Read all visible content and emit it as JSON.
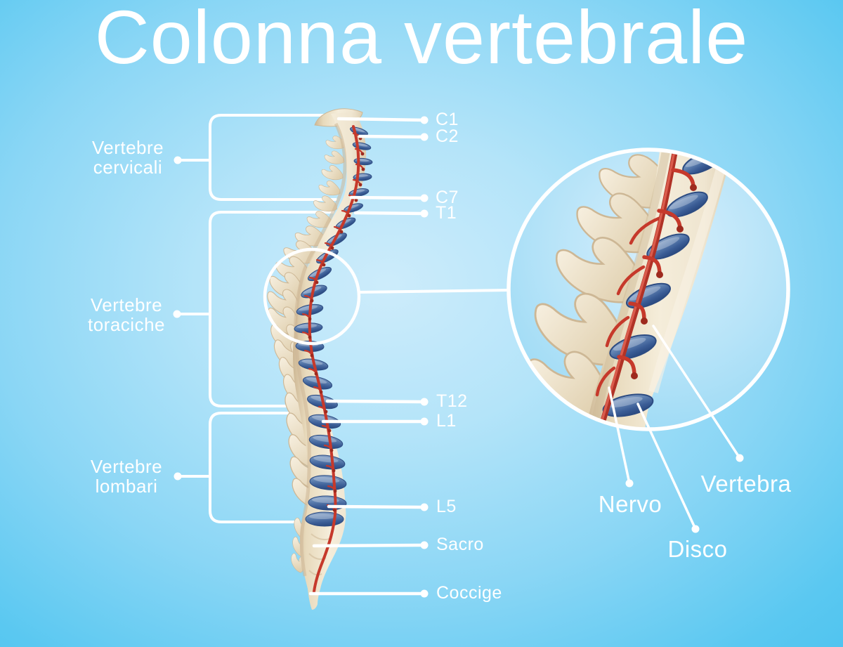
{
  "title": "Colonna vertebrale",
  "sections": [
    {
      "line1": "Vertebre",
      "line2": "cervicali"
    },
    {
      "line1": "Vertebre",
      "line2": "toraciche"
    },
    {
      "line1": "Vertebre",
      "line2": "lombari"
    }
  ],
  "vertebrae": [
    {
      "label": "C1"
    },
    {
      "label": "C2"
    },
    {
      "label": "C7"
    },
    {
      "label": "T1"
    },
    {
      "label": "T12"
    },
    {
      "label": "L1"
    },
    {
      "label": "L5"
    },
    {
      "label": "Sacro"
    },
    {
      "label": "Coccige"
    }
  ],
  "inset": {
    "labels": [
      {
        "text": "Nervo"
      },
      {
        "text": "Disco"
      },
      {
        "text": "Vertebra"
      }
    ]
  },
  "colors": {
    "background_edge": "#4cc2ef",
    "background_center": "#cdecfb",
    "text": "#ffffff",
    "bone": "#efe4cf",
    "bone_shadow": "#cdb795",
    "disc_blue": "#5578ab",
    "disc_blue_dark": "#2e4e85",
    "nerve_red": "#c6392b",
    "nerve_dot": "#9e2a1e",
    "line_white": "#ffffff"
  }
}
